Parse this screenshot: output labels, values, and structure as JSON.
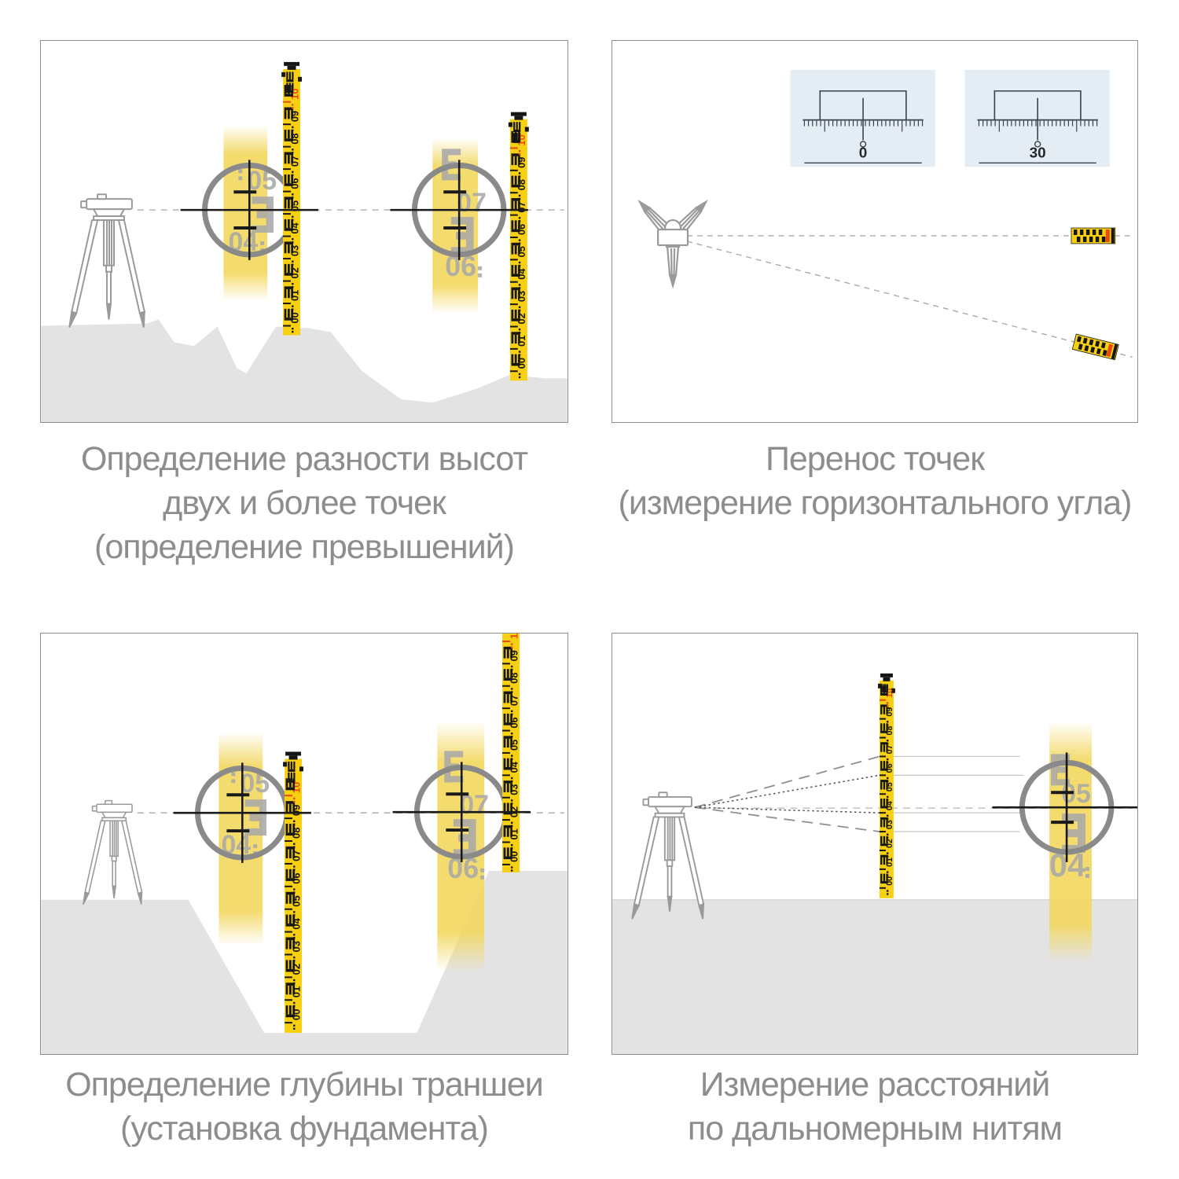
{
  "captions": {
    "panel1": "Определение разности высот\nдвух и более точек\n(определение превышений)",
    "panel2": "Перенос точек\n(измерение горизонтального угла)",
    "panel3": "Определение глубины траншеи\n(установка фундамента)",
    "panel4": "Измерение расстояний\nпо дальномерным нитям"
  },
  "staff_labels": [
    "00",
    "01",
    "02",
    "03",
    "04",
    "05",
    "06",
    "07",
    "08",
    "09",
    "10"
  ],
  "staff_red_label": "10",
  "angle_scales": [
    {
      "value": "0"
    },
    {
      "value": "30"
    }
  ],
  "scope_readings": {
    "panel1_left": [
      "05",
      "04"
    ],
    "panel1_right": [
      "07",
      "06"
    ],
    "panel3_left": [
      "05",
      "04"
    ],
    "panel3_right": [
      "07",
      "06"
    ],
    "panel4": [
      "05",
      "04"
    ]
  },
  "colors": {
    "panel_border": "#8e8e8e",
    "caption_text": "#8d8d8d",
    "terrain": "#e3e3e4",
    "staff_yellow": "#f7d011",
    "staff_black": "#161616",
    "staff_red": "#e8490f",
    "scope_ring": "#8a8a8a",
    "scope_glyph": "#a9a9a9",
    "highlight": "#f3d75e",
    "scale_bg": "#e4edf3",
    "scale_line": "#39424a",
    "instrument": "#9a9a9a",
    "sight_dash": "#b5b5b5",
    "fan_dash": "#8f8f8f",
    "fan_dot": "#5a5a5a",
    "center_dash": "#c6c6c6",
    "connector": "#c9c9c9"
  }
}
